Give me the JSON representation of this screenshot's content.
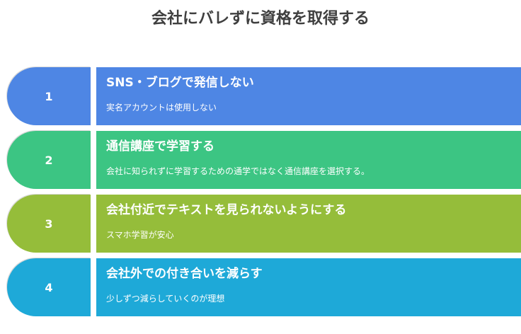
{
  "title": "会社にバレずに資格を取得する",
  "steps": [
    {
      "number": "1",
      "title": "SNS・ブログで発信しない",
      "description": "実名アカウントは使用しない",
      "color": "#4E86E4"
    },
    {
      "number": "2",
      "title": "通信講座で学習する",
      "description": "会社に知られずに学習するための通学ではなく通信講座を選択する。",
      "color": "#3CC583"
    },
    {
      "number": "3",
      "title": "会社付近でテキストを見られないようにする",
      "description": "スマホ学習が安心",
      "color": "#95BD3A"
    },
    {
      "number": "4",
      "title": "会社外での付き合いを減らす",
      "description": "少しずつ減らしていくのが理想",
      "color": "#1EA9D8"
    }
  ]
}
